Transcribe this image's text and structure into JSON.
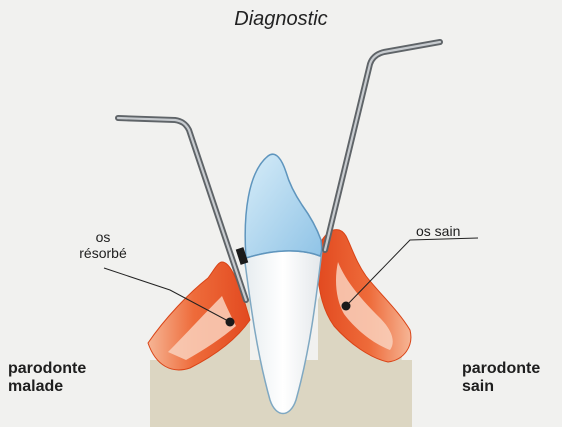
{
  "title": "Diagnostic",
  "annotations": {
    "left_bone_line1": "os",
    "left_bone_line2": "résorbé",
    "right_bone": "os sain"
  },
  "sides": {
    "left_line1": "parodonte",
    "left_line2": "malade",
    "right_line1": "parodonte",
    "right_line2": "sain"
  },
  "colors": {
    "background": "#f1f1ef",
    "bone": "#dcd6c2",
    "gum_outer": "#e8562a",
    "gum_inner": "#f5a07a",
    "enamel": "#a9d2ec",
    "root": "#f3f3f0",
    "probe": "#6f7478"
  }
}
